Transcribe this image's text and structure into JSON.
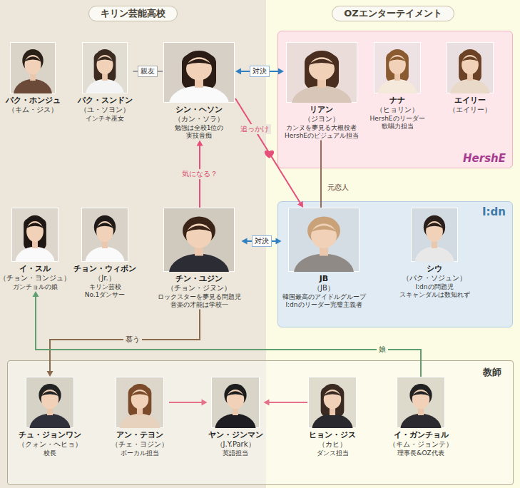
{
  "diagram": {
    "nodes": [
      {
        "text": [
          "キリン芸能高校"
        ]
      },
      {
        "text": [
          "OZエンターテイメント"
        ]
      },
      {
        "text": [
          "パク・ホンジュ",
          "（キム・ジス）"
        ],
        "in": 0
      },
      {
        "text": [
          "パク・スンドン",
          "（ユ・ソヨン）",
          "インチキ巫女"
        ],
        "in": 0
      },
      {
        "text": [
          "シン・ヘソン",
          "（カン・ソラ）",
          "勉強は全校1位の 実技音痴"
        ],
        "in": 0
      },
      {
        "text": [
          "HershE"
        ],
        "in": 1
      },
      {
        "text": [
          "リアン",
          "（ジヨン）",
          "カンヌを夢見る大根役者 HershEのビジュアル担当"
        ],
        "in": 5
      },
      {
        "text": [
          "ナナ",
          "（ヒョリン）",
          "HershEのリーダー 歌唱力担当"
        ],
        "in": 5
      },
      {
        "text": [
          "エイリー",
          "（エイリー）"
        ],
        "in": 5
      },
      {
        "text": [
          "イ・スル",
          "（チョン・ヨンジュ）",
          "ガンチョルの娘"
        ],
        "in": 0
      },
      {
        "text": [
          "チョン・ウィボン",
          "（Jr.）",
          "キリン芸校 No.1ダンサー"
        ],
        "in": 0
      },
      {
        "text": [
          "チン・ユジン",
          "（チョン・ジヌン）",
          "ロックスターを夢見る問題児 音楽の才能は学校一"
        ],
        "in": 0
      },
      {
        "text": [
          "I:dn"
        ],
        "in": 1
      },
      {
        "text": [
          "JB",
          "（JB）",
          "韓国最高のアイドルグループ I:dnのリーダー完璧主義者"
        ],
        "in": 12
      },
      {
        "text": [
          "シウ",
          "（パク・ソジュン）",
          "I:dnの問題児 スキャンダルは数知れず"
        ],
        "in": 12
      },
      {
        "text": [
          "教師"
        ]
      },
      {
        "text": [
          "チュ・ジョンワン",
          "（クォン・ヘヒョ）",
          "校長"
        ],
        "in": 15
      },
      {
        "text": [
          "アン・テヨン",
          "（チェ・ヨジン）",
          "ボーカル担当"
        ],
        "in": 15
      },
      {
        "text": [
          "ヤン・ジンマン",
          "（J.Y.Park）",
          "英語担当"
        ],
        "in": 15
      },
      {
        "text": [
          "ヒョン・ジス",
          "（カヒ）",
          "ダンス担当"
        ],
        "in": 15
      },
      {
        "text": [
          "イ・ガンチョル",
          "（キム・ジョンテ）",
          "理事長&OZ代表"
        ],
        "in": 15
      }
    ],
    "edges": [
      {
        "from": 3,
        "to": 4,
        "label": "親友",
        "arrow": "none"
      },
      {
        "from": 4,
        "to": 6,
        "label": "対決",
        "arrow": "both"
      },
      {
        "from": 4,
        "to": 13,
        "label": "追っかけ",
        "arrow": "to"
      },
      {
        "from": 11,
        "to": 4,
        "label": "気になる？",
        "arrow": "to"
      },
      {
        "from": 6,
        "to": 13,
        "label": "元恋人",
        "arrow": "none"
      },
      {
        "from": 11,
        "to": 13,
        "label": "対決",
        "arrow": "both"
      },
      {
        "from": 11,
        "to": 16,
        "label": "慕う",
        "arrow": "to"
      },
      {
        "from": 20,
        "to": 9,
        "label": "娘",
        "arrow": "to"
      },
      {
        "from": 17,
        "to": 18,
        "arrow": "to"
      },
      {
        "from": 19,
        "to": 18,
        "arrow": "to"
      }
    ]
  }
}
